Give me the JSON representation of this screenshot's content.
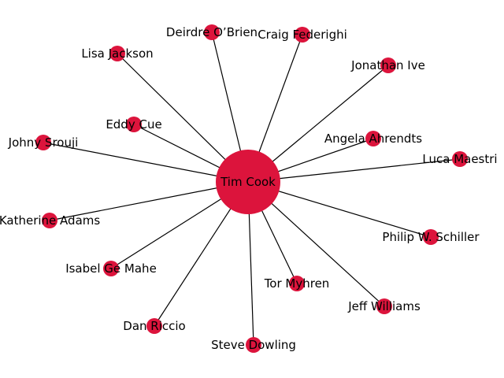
{
  "graph": {
    "node_color": "#dc143c",
    "edge_color": "#000000",
    "center": {
      "id": "tim-cook",
      "label": "Tim Cook"
    },
    "nodes": [
      {
        "id": "deirdre-obrien",
        "label": "Deirdre O’Brien"
      },
      {
        "id": "craig-federighi",
        "label": "Craig Federighi"
      },
      {
        "id": "lisa-jackson",
        "label": "Lisa Jackson"
      },
      {
        "id": "jonathan-ive",
        "label": "Jonathan Ive"
      },
      {
        "id": "eddy-cue",
        "label": "Eddy Cue"
      },
      {
        "id": "angela-ahrendts",
        "label": "Angela Ahrendts"
      },
      {
        "id": "johny-srouji",
        "label": "Johny Srouji"
      },
      {
        "id": "luca-maestri",
        "label": "Luca Maestri"
      },
      {
        "id": "katherine-adams",
        "label": "Katherine Adams"
      },
      {
        "id": "philip-w-schiller",
        "label": "Philip W. Schiller"
      },
      {
        "id": "isabel-ge-mahe",
        "label": "Isabel Ge Mahe"
      },
      {
        "id": "tor-myhren",
        "label": "Tor Myhren"
      },
      {
        "id": "jeff-williams",
        "label": "Jeff Williams"
      },
      {
        "id": "dan-riccio",
        "label": "Dan Riccio"
      },
      {
        "id": "steve-dowling",
        "label": "Steve Dowling"
      }
    ]
  }
}
